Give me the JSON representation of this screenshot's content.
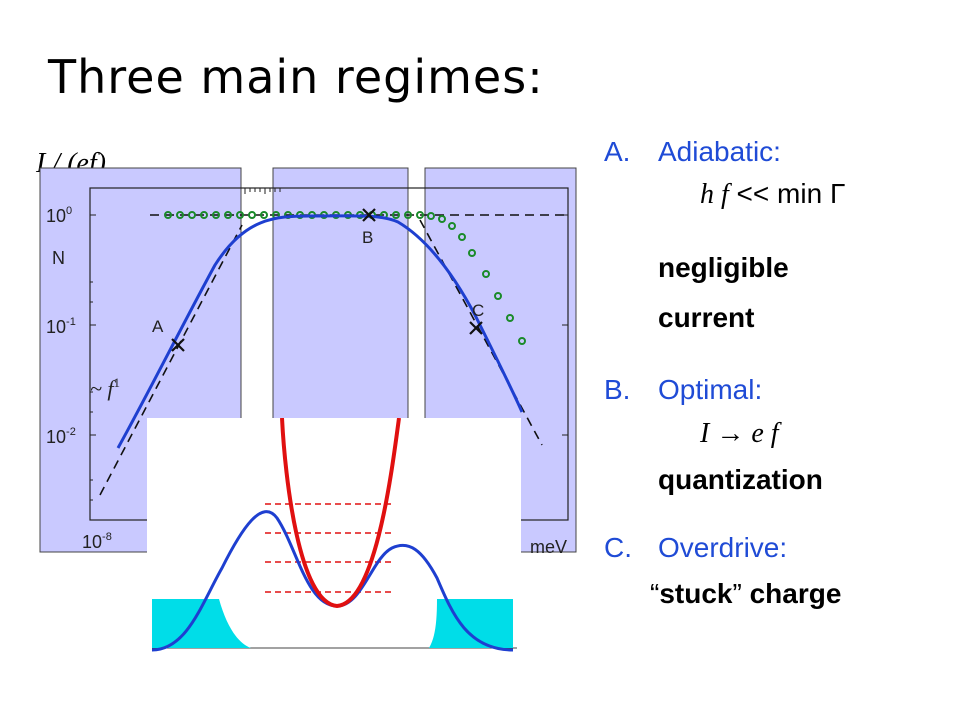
{
  "slide": {
    "title": "Three main regimes:",
    "plot": {
      "ylabel": "I / (ef)",
      "ytick_top": "10",
      "ytick_top_exp": "0",
      "ytick_mid": "10",
      "ytick_mid_exp": "-1",
      "ytick_low": "10",
      "ytick_low_exp": "-2",
      "xtick_left": "10",
      "xtick_left_exp": "-8",
      "x_unit": "meV",
      "panel_label": "N",
      "slope_label": "~ f",
      "slope_exp": "1",
      "point_a": "A",
      "point_b": "B",
      "point_c": "C"
    },
    "regimes": [
      {
        "letter": "A.",
        "heading": "Adiabatic:",
        "formula_lhs": "h f",
        "formula_rhs": " << min Γ",
        "line1": "negligible",
        "line2": "current"
      },
      {
        "letter": "B.",
        "heading": "Optimal:",
        "formula": "I → e f",
        "line1": "quantization"
      },
      {
        "letter": "C.",
        "heading": "Overdrive:",
        "quote_open": "“",
        "quote_word": "stuck",
        "quote_close": "”",
        "tail": " charge"
      }
    ],
    "colors": {
      "panel": "#c9c9ff",
      "curve": "#1e3fd0",
      "dots": "#1a8a2a",
      "potential": "#e01010",
      "reservoir": "#00dde8",
      "heading_blue": "#1f4bd6"
    }
  }
}
